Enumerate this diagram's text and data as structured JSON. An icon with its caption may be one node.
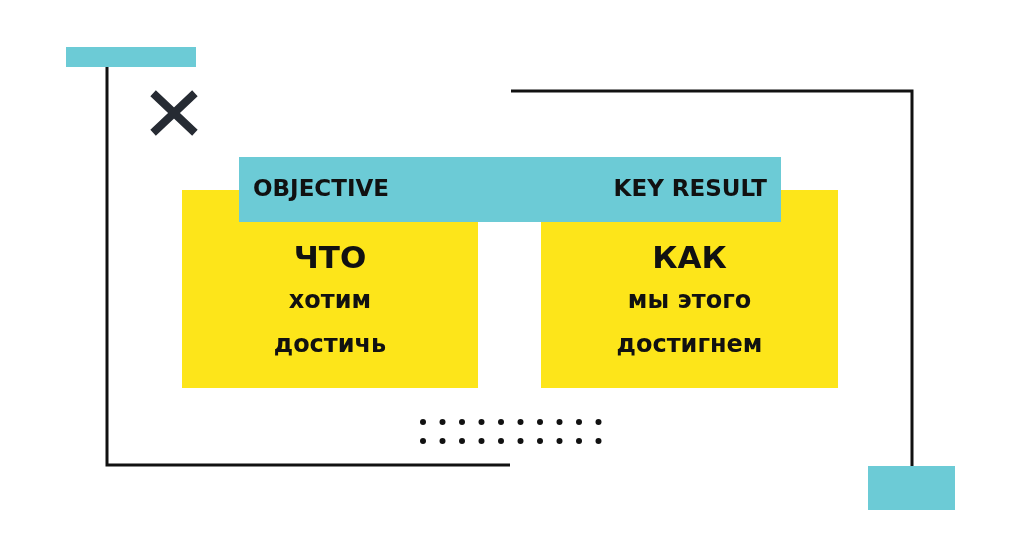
{
  "diagram": {
    "nodes": [
      {
        "text": [
          "ЧТО",
          "хотим достичь"
        ]
      },
      {
        "text": [
          "КАК",
          "мы этого достигнем"
        ]
      },
      {
        "text": [
          "OBJECTIVE",
          "KEY RESULT"
        ]
      }
    ]
  }
}
